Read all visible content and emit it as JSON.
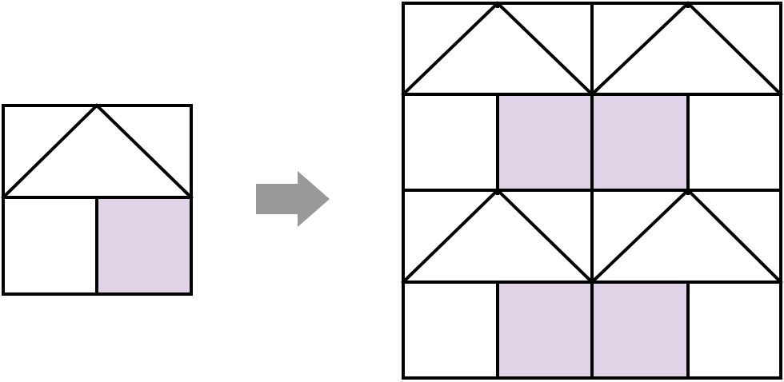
{
  "colors": {
    "line": "#000000",
    "fill": "#e1d3e7",
    "arrow": "#999999",
    "background": "#ffffff"
  },
  "block": {
    "rows": [
      [
        "roof",
        "roof"
      ],
      [
        "blank",
        "shaded"
      ]
    ]
  },
  "quilt": {
    "layout": [
      [
        "block",
        "block-mirrored"
      ],
      [
        "block",
        "block-mirrored"
      ]
    ]
  },
  "arrow": {
    "icon": "right-arrow-icon",
    "direction": "right"
  }
}
